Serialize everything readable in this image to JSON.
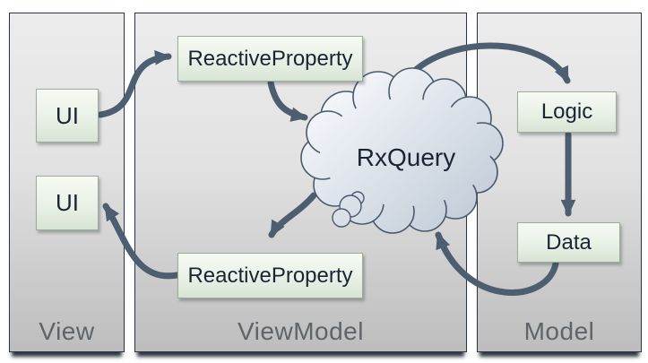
{
  "panels": {
    "view": {
      "label": "View"
    },
    "viewmodel": {
      "label": "ViewModel"
    },
    "model": {
      "label": "Model"
    }
  },
  "nodes": {
    "ui_top": {
      "label": "UI"
    },
    "ui_bottom": {
      "label": "UI"
    },
    "rp_top": {
      "label": "ReactiveProperty"
    },
    "rp_bottom": {
      "label": "ReactiveProperty"
    },
    "logic": {
      "label": "Logic"
    },
    "data": {
      "label": "Data"
    },
    "cloud": {
      "label": "RxQuery"
    }
  },
  "flows": [
    {
      "from": "ui-top",
      "to": "reactiveproperty-top"
    },
    {
      "from": "reactiveproperty-top",
      "to": "rxquery-cloud"
    },
    {
      "from": "rxquery-cloud",
      "to": "logic"
    },
    {
      "from": "logic",
      "to": "data"
    },
    {
      "from": "data",
      "to": "rxquery-cloud"
    },
    {
      "from": "rxquery-cloud",
      "to": "reactiveproperty-bottom"
    },
    {
      "from": "reactiveproperty-bottom",
      "to": "ui-bottom"
    }
  ],
  "colors": {
    "arrow": "#4c5e70",
    "node_fill_top": "#f6faf3",
    "node_fill_bottom": "#d7e4d5",
    "node_border": "#9dab9d",
    "node_text": "#1b2433",
    "cloud_fill_top": "#f2f5f9",
    "cloud_fill_bottom": "#c3cdd9",
    "cloud_border": "#4a5a6c",
    "panel_fill_top": "#ececec",
    "panel_fill_bottom": "#bdbdbd",
    "panel_border": "#2a3442",
    "panel_label_text": "#5f6468"
  }
}
